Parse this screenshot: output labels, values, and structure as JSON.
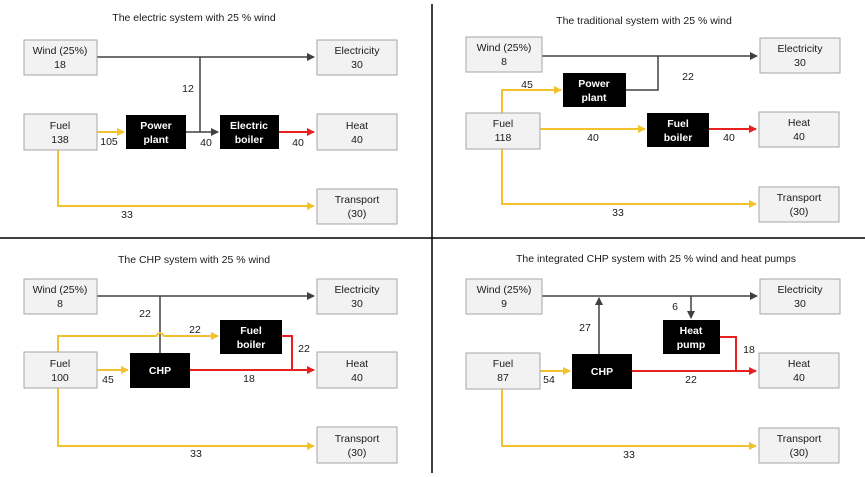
{
  "colors": {
    "box_fill": "#f2f2f2",
    "box_border": "#a6a6a6",
    "plant_fill": "#000000",
    "plant_text": "#ffffff",
    "electric_flow": "#404040",
    "fuel_flow": "#f2c12e",
    "heat_flow": "#e8211f",
    "divider": "#000000"
  },
  "panels": {
    "electric": {
      "title": "The electric system with 25 % wind",
      "wind": {
        "line1": "Wind (25%)",
        "line2": "18"
      },
      "electricity": {
        "line1": "Electricity",
        "line2": "30"
      },
      "fuel": {
        "line1": "Fuel",
        "line2": "138"
      },
      "heat": {
        "line1": "Heat",
        "line2": "40"
      },
      "transport": {
        "line1": "Transport",
        "line2": "(30)"
      },
      "plant": {
        "line1": "Power",
        "line2": "plant"
      },
      "boiler": {
        "line1": "Electric",
        "line2": "boiler"
      },
      "flows": {
        "fuel_to_plant": "105",
        "to_boiler": "12",
        "plant_to_boiler": "40",
        "boiler_to_heat": "40",
        "transport": "33"
      }
    },
    "traditional": {
      "title": "The traditional system with 25 % wind",
      "wind": {
        "line1": "Wind (25%)",
        "line2": "8"
      },
      "electricity": {
        "line1": "Electricity",
        "line2": "30"
      },
      "fuel": {
        "line1": "Fuel",
        "line2": "118"
      },
      "heat": {
        "line1": "Heat",
        "line2": "40"
      },
      "transport": {
        "line1": "Transport",
        "line2": "(30)"
      },
      "plant": {
        "line1": "Power",
        "line2": "plant"
      },
      "boiler": {
        "line1": "Fuel",
        "line2": "boiler"
      },
      "flows": {
        "fuel_to_plant": "45",
        "plant_to_elec": "22",
        "fuel_to_boiler": "40",
        "boiler_to_heat": "40",
        "transport": "33"
      }
    },
    "chp": {
      "title": "The CHP system with 25 % wind",
      "wind": {
        "line1": "Wind (25%)",
        "line2": "8"
      },
      "electricity": {
        "line1": "Electricity",
        "line2": "30"
      },
      "fuel": {
        "line1": "Fuel",
        "line2": "100"
      },
      "heat": {
        "line1": "Heat",
        "line2": "40"
      },
      "transport": {
        "line1": "Transport",
        "line2": "(30)"
      },
      "chp": {
        "label": "CHP"
      },
      "boiler": {
        "line1": "Fuel",
        "line2": "boiler"
      },
      "flows": {
        "chp_to_elec": "22",
        "fuel_to_boiler": "22",
        "boiler_to_heat": "22",
        "fuel_to_chp": "45",
        "chp_to_heat": "18",
        "transport": "33"
      }
    },
    "integrated": {
      "title": "The integrated CHP system with 25 % wind and heat pumps",
      "wind": {
        "line1": "Wind (25%)",
        "line2": "9"
      },
      "electricity": {
        "line1": "Electricity",
        "line2": "30"
      },
      "fuel": {
        "line1": "Fuel",
        "line2": "87"
      },
      "heat": {
        "line1": "Heat",
        "line2": "40"
      },
      "transport": {
        "line1": "Transport",
        "line2": "(30)"
      },
      "chp": {
        "label": "CHP"
      },
      "pump": {
        "line1": "Heat",
        "line2": "pump"
      },
      "flows": {
        "to_pump": "6",
        "chp_to_elec": "27",
        "pump_to_heat": "18",
        "fuel_to_chp": "54",
        "chp_to_heat": "22",
        "transport": "33"
      }
    }
  }
}
